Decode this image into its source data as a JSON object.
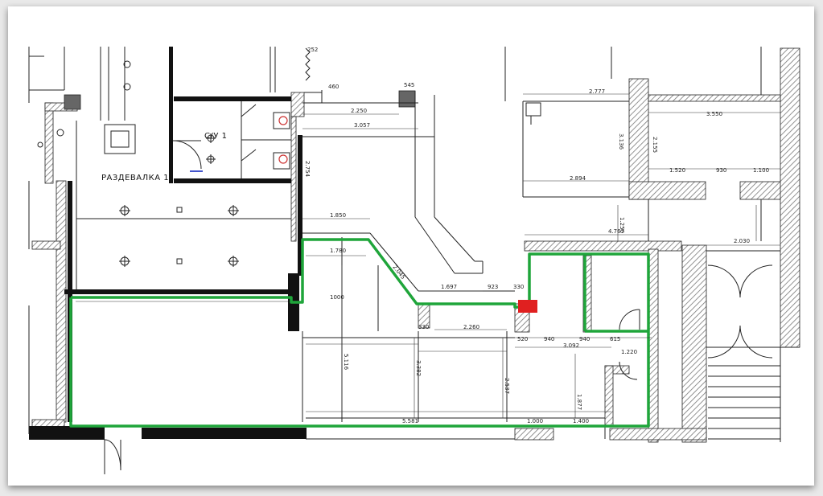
{
  "rooms": {
    "changing_room": "РАЗДЕВАЛКА 1",
    "wc": "С/У 1"
  },
  "colors": {
    "outline": "#1fa53a",
    "walls": "#111111",
    "hatch": "#777777",
    "marker": "#e02020",
    "card": "#ffffff",
    "background": "#e9e9e9"
  },
  "dimensions": {
    "d1850": "1.850",
    "d1780": "1.780",
    "d2045": "2.045",
    "d1697": "1.697",
    "d923": "923",
    "d330a": "330",
    "d330b": "330",
    "d2260": "2.260",
    "d520": "520",
    "d940a": "940",
    "d940b": "940",
    "d615": "615",
    "d3092": "3.092",
    "d1220": "1.220",
    "d5581": "5.581",
    "d1000": "1.000",
    "d1400": "1.400",
    "d4767": "4.767",
    "d2030": "2.030",
    "d3550": "3.550",
    "d1520": "1.520",
    "d930": "930",
    "d1100": "1.100",
    "d2894": "2.894",
    "d2777": "2.777",
    "d2250": "2.250",
    "d3057": "3.057",
    "d5116": "5.116",
    "d3382": "3.382",
    "d2537": "2.537",
    "d1877": "1.877",
    "d1250": "1.250",
    "d2155": "2.155",
    "d3136": "3.136",
    "d2754": "2.754",
    "d1000b": "1000",
    "d460": "460",
    "d252": "252",
    "d545": "545"
  }
}
